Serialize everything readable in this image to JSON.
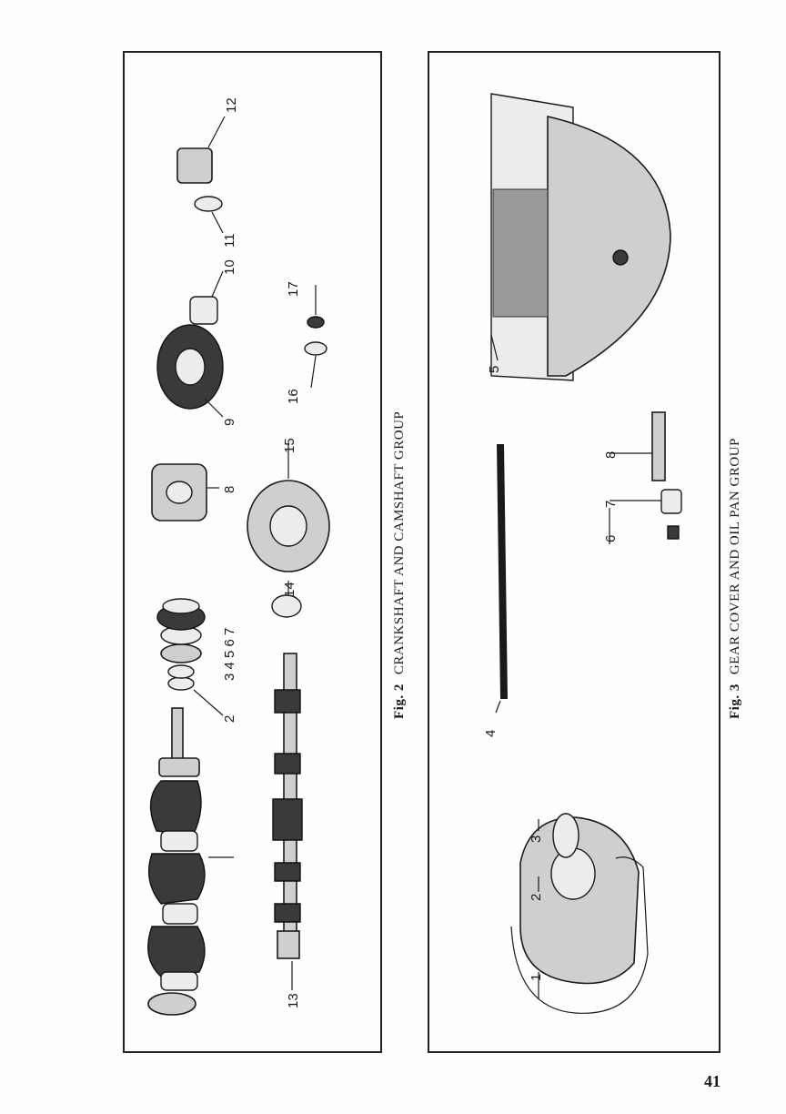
{
  "page": {
    "number": "41"
  },
  "fig2": {
    "caption_fig": "Fig. 2",
    "caption_title": "CRANKSHAFT AND CAMSHAFT GROUP",
    "labels": {
      "l2": "2",
      "l3_7": "3 4 5 6 7",
      "l8": "8",
      "l9": "9",
      "l10": "10",
      "l11": "11",
      "l12": "12",
      "l13": "13",
      "l14": "14",
      "l15": "15",
      "l16": "16",
      "l17": "17"
    }
  },
  "fig3": {
    "caption_fig": "Fig. 3",
    "caption_title": "GEAR COVER AND OIL PAN GROUP",
    "labels": {
      "l1": "1",
      "l2": "2",
      "l3": "3",
      "l4": "4",
      "l5": "5",
      "l6": "6",
      "l7": "7",
      "l8": "8"
    }
  }
}
